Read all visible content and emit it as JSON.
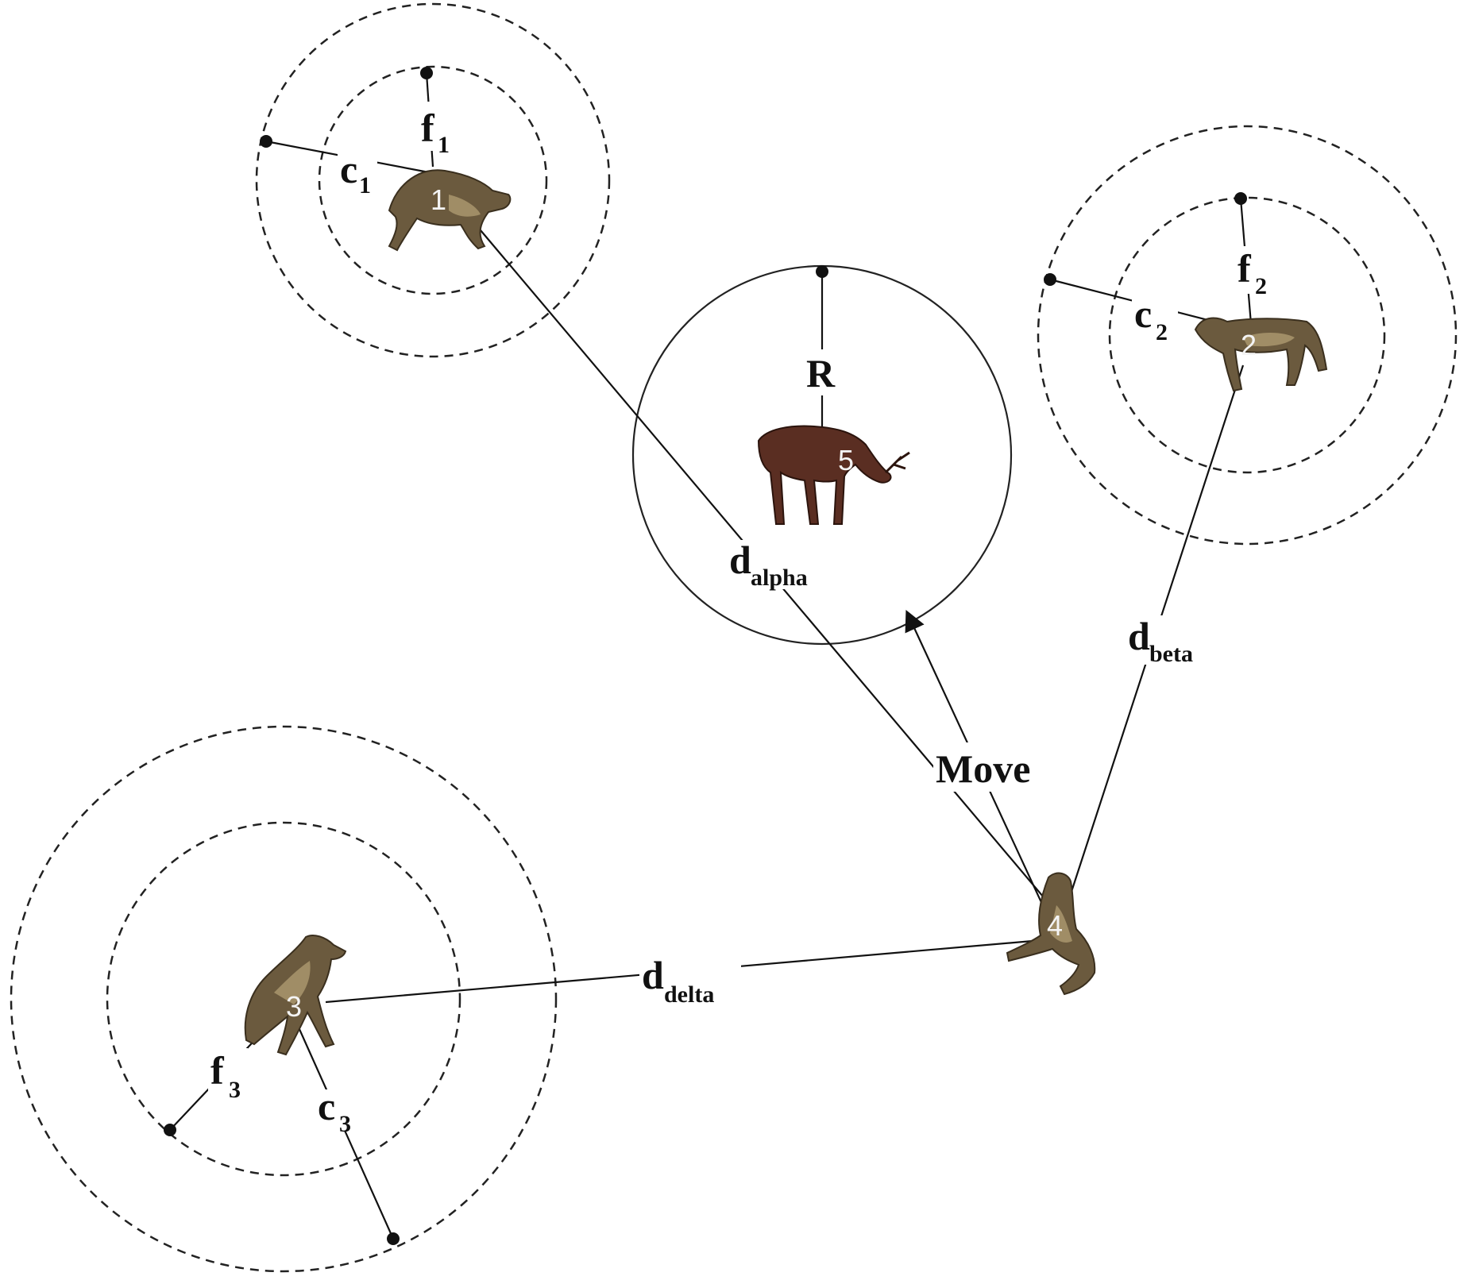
{
  "diagram": {
    "labels": {
      "f1": {
        "base": "f",
        "sub": "1"
      },
      "c1": {
        "base": "c",
        "sub": "1"
      },
      "f2": {
        "base": "f",
        "sub": "2"
      },
      "c2": {
        "base": "c",
        "sub": "2"
      },
      "f3": {
        "base": "f",
        "sub": "3"
      },
      "c3": {
        "base": "c",
        "sub": "3"
      },
      "R": "R",
      "d_alpha": {
        "base": "d",
        "sub": "alpha"
      },
      "d_beta": {
        "base": "d",
        "sub": "beta"
      },
      "d_delta": {
        "base": "d",
        "sub": "delta"
      },
      "move": "Move"
    },
    "animals": {
      "wolf1": {
        "number": "1"
      },
      "wolf2": {
        "number": "2"
      },
      "wolf3": {
        "number": "3"
      },
      "wolf4": {
        "number": "4"
      },
      "prey": {
        "number": "5"
      }
    },
    "colors": {
      "wolf": "#6b5a3e",
      "deer": "#5a2e22",
      "line": "#111111"
    }
  }
}
